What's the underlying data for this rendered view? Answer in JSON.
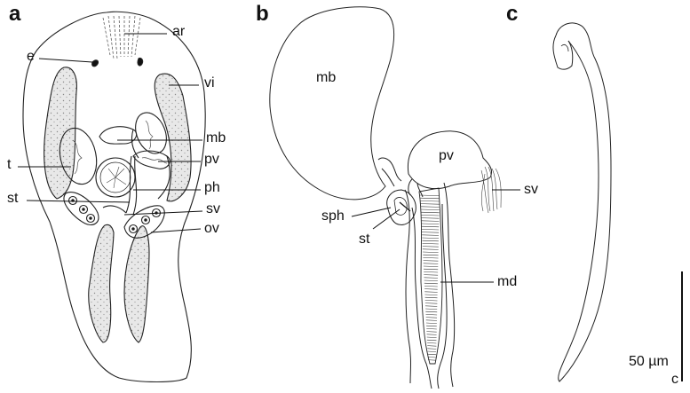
{
  "panels": {
    "a": {
      "letter": "a",
      "labels": {
        "ar": "ar",
        "e": "e",
        "vi": "vi",
        "mb": "mb",
        "pv": "pv",
        "t": "t",
        "ph": "ph",
        "st": "st",
        "sv": "sv",
        "ov": "ov"
      }
    },
    "b": {
      "letter": "b",
      "labels": {
        "mb": "mb",
        "pv": "pv",
        "sv": "sv",
        "sph": "sph",
        "st": "st",
        "md": "md"
      }
    },
    "c": {
      "letter": "c"
    }
  },
  "scale_bar": {
    "value": "50 µm",
    "panel": "c"
  },
  "colors": {
    "line": "#222222",
    "stipple": "#e6e6e6"
  }
}
